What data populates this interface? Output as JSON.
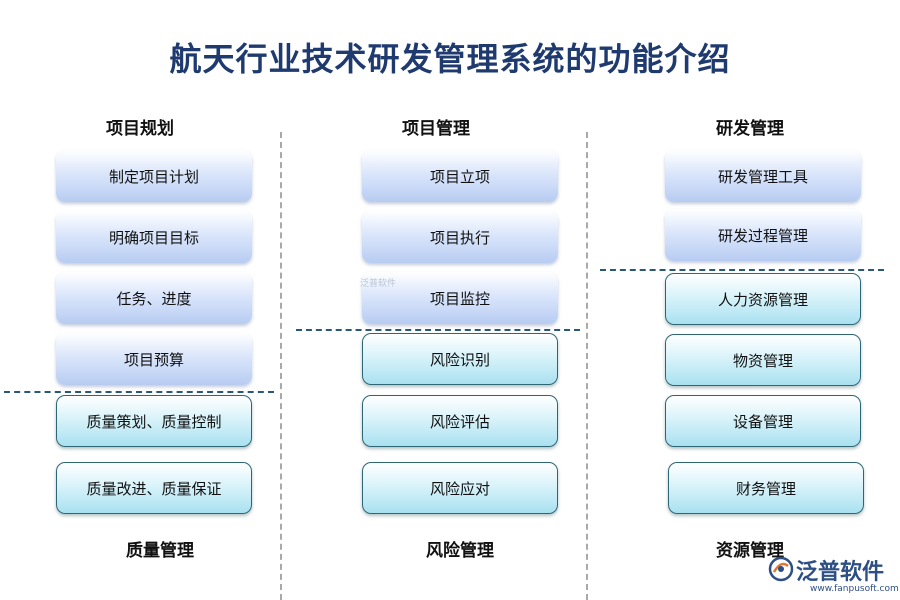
{
  "title": "航天行业技术研发管理系统的功能介绍",
  "columns": [
    {
      "top_heading": "项目规划",
      "top_items": [
        "制定项目计划",
        "明确项目目标",
        "任务、进度",
        "项目预算"
      ],
      "bottom_items": [
        "质量策划、质量控制",
        "质量改进、质量保证"
      ],
      "bottom_heading": "质量管理"
    },
    {
      "top_heading": "项目管理",
      "top_items": [
        "项目立项",
        "项目执行",
        "项目监控"
      ],
      "bottom_items": [
        "风险识别",
        "风险评估",
        "风险应对"
      ],
      "bottom_heading": "风险管理"
    },
    {
      "top_heading": "研发管理",
      "top_items": [
        "研发管理工具",
        "研发过程管理"
      ],
      "bottom_items": [
        "人力资源管理",
        "物资管理",
        "设备管理",
        "财务管理"
      ],
      "bottom_heading": "资源管理"
    }
  ],
  "watermark": "泛普软件",
  "logo": {
    "name": "泛普软件",
    "url": "www.fanpusoft.com"
  },
  "colors": {
    "title": "#1f3a6e",
    "logo": "#2d4f86"
  }
}
